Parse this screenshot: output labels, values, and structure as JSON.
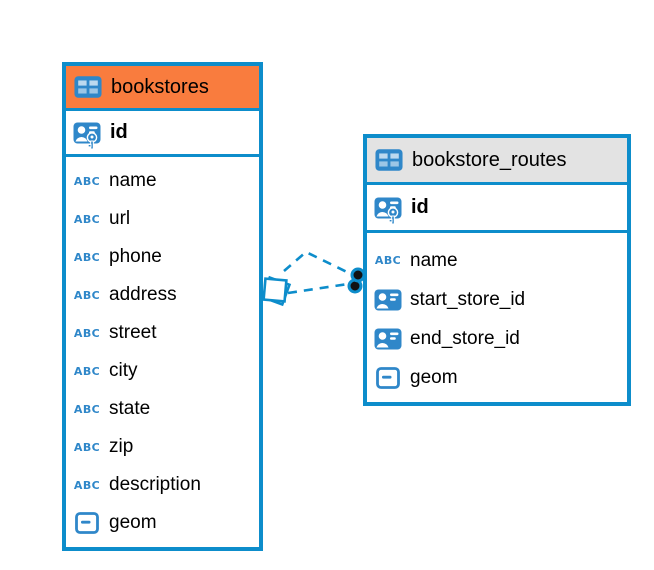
{
  "app": {
    "view": "database-er-diagram",
    "background": "#FFFFFF"
  },
  "colors": {
    "table_border_blue": "#0D8DCB",
    "relationship_blue": "#0D8DCB",
    "icon_blue": "#2F87C9",
    "bookstores_header_bg": "#F97C3E",
    "routes_header_bg": "#E3E3E3",
    "text": "#000000",
    "marker_dot_fill": "#111111"
  },
  "icons": {
    "text_type_label": "ABC"
  },
  "tables": [
    {
      "name": "bookstores",
      "header_bg": "#F97C3E",
      "primary_key": {
        "name": "id",
        "icon": "primary-key-icon"
      },
      "columns": [
        {
          "name": "name",
          "icon": "text-type-icon"
        },
        {
          "name": "url",
          "icon": "text-type-icon"
        },
        {
          "name": "phone",
          "icon": "text-type-icon"
        },
        {
          "name": "address",
          "icon": "text-type-icon"
        },
        {
          "name": "street",
          "icon": "text-type-icon"
        },
        {
          "name": "city",
          "icon": "text-type-icon"
        },
        {
          "name": "state",
          "icon": "text-type-icon"
        },
        {
          "name": "zip",
          "icon": "text-type-icon"
        },
        {
          "name": "description",
          "icon": "text-type-icon"
        },
        {
          "name": "geom",
          "icon": "geometry-type-icon"
        }
      ]
    },
    {
      "name": "bookstore_routes",
      "header_bg": "#E3E3E3",
      "primary_key": {
        "name": "id",
        "icon": "primary-key-icon"
      },
      "columns": [
        {
          "name": "name",
          "icon": "text-type-icon"
        },
        {
          "name": "start_store_id",
          "icon": "foreign-key-icon"
        },
        {
          "name": "end_store_id",
          "icon": "foreign-key-icon"
        },
        {
          "name": "geom",
          "icon": "geometry-type-icon"
        }
      ]
    }
  ],
  "relationship": {
    "from_table": "bookstores",
    "to_table": "bookstore_routes",
    "link_count": 2,
    "line_style": "dashed",
    "from_marker": "rotated-square",
    "to_marker": "filled-dot"
  }
}
